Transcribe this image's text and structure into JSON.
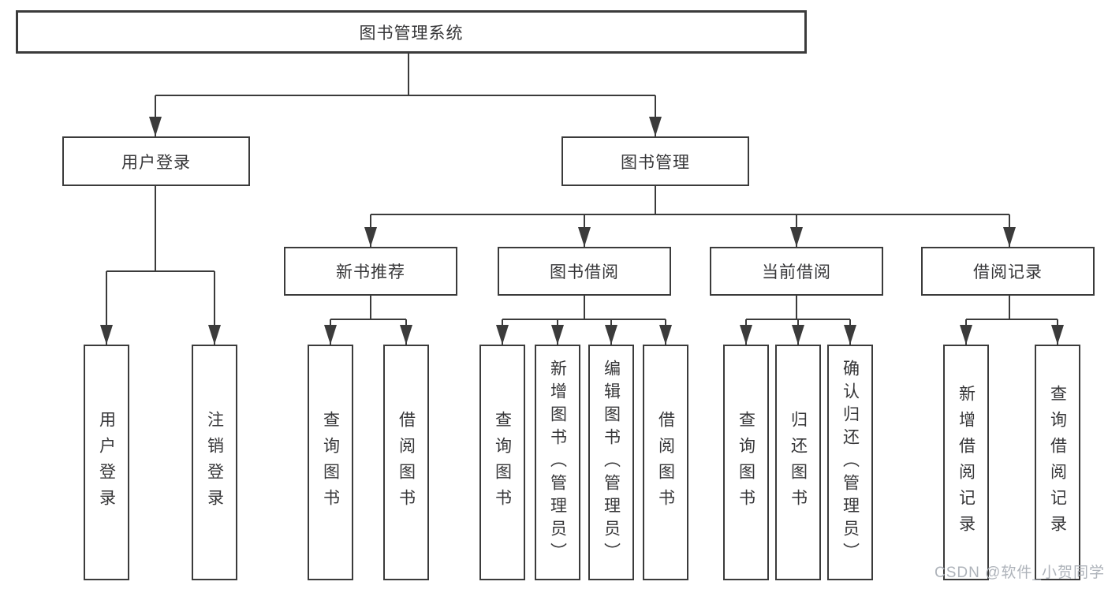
{
  "colors": {
    "line": "#3b3b3b",
    "box_border": "#3b3b3b",
    "text": "#363638",
    "background": "#ffffff",
    "watermark": "#aaafb7"
  },
  "watermark": {
    "text": "CSDN @软件_小贺同学"
  },
  "diagram": {
    "root": {
      "label": "图书管理系统"
    },
    "branches": [
      {
        "label": "用户登录",
        "children": [
          {
            "label": "用户登录"
          },
          {
            "label": "注销登录"
          }
        ]
      },
      {
        "label": "图书管理",
        "sections": [
          {
            "label": "新书推荐",
            "children": [
              {
                "label": "查询图书"
              },
              {
                "label": "借阅图书"
              }
            ]
          },
          {
            "label": "图书借阅",
            "children": [
              {
                "label": "查询图书"
              },
              {
                "label": "新增图书（管理员）"
              },
              {
                "label": "编辑图书（管理员）"
              },
              {
                "label": "借阅图书"
              }
            ]
          },
          {
            "label": "当前借阅",
            "children": [
              {
                "label": "查询图书"
              },
              {
                "label": "归还图书"
              },
              {
                "label": "确认归还（管理员）"
              }
            ]
          },
          {
            "label": "借阅记录",
            "children": [
              {
                "label": "新增借阅记录"
              },
              {
                "label": "查询借阅记录"
              }
            ]
          }
        ]
      }
    ]
  }
}
